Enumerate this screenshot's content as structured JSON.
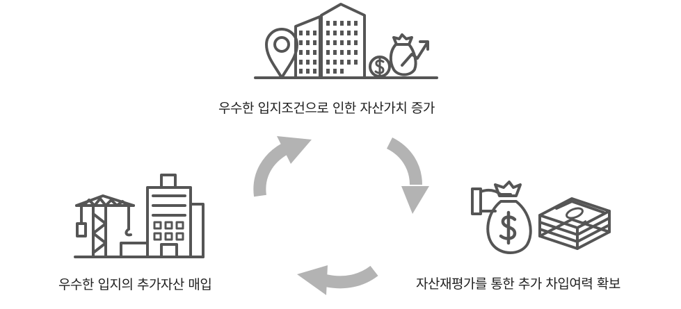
{
  "diagram": {
    "type": "cycle",
    "nodes": [
      {
        "id": "top",
        "label": "우수한 입지조건으로 인한 자산가치 증가",
        "icon": "city-buildings-icon"
      },
      {
        "id": "right",
        "label": "자산재평가를 통한 추가 차입여력 확보",
        "icon": "money-bag-cash-icon"
      },
      {
        "id": "left",
        "label": "우수한 입지의 추가자산 매입",
        "icon": "construction-crane-icon"
      }
    ],
    "edges": [
      {
        "from": "top",
        "to": "right"
      },
      {
        "from": "right",
        "to": "left"
      },
      {
        "from": "left",
        "to": "top"
      }
    ],
    "colors": {
      "arrow": "#b3b3b3",
      "icon": "#555555",
      "text": "#1e1e1e"
    }
  }
}
